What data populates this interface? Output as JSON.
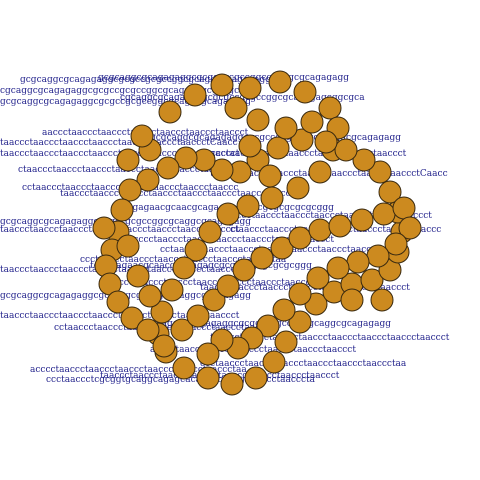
{
  "colors": {
    "sequence_text": "#23238c",
    "bead_fill": "#cc8a1f",
    "bead_stroke": "#3a2a10",
    "background": "#ffffff"
  },
  "sequence_lines": [
    "gcgcaggcgcagagaggcgcgccgcgccggcgcaggcgcagagagg",
    "cgcaggcgcagagaggcgcgccgcgccggcgcagagagcggcgca",
    "gcgcaggcgcagagaggcgcgccgcgccggcgcaggcgcagagagg",
    "aaccctaaccctaaccctaaccctaaccctaaccctaaccct",
    "taaccctaaccctaaccctaaccctaaccctaaccctaaccctCaacc",
    "taaccctaaccctaaccctaaccctaaccctaaccctaaccctaaccct",
    "ctaaccctaaccctaaccctaaccctaaccctaaccctaaccc",
    "cctaaccctaaccctaaccctaaccctaaccctaaccctaaccc",
    "tgaggagaacgcaacgcagagagcgcgcgcgcgcgcgcggg",
    "taaccctaaccctaaccctaaccctaaccctaaccctaaccct",
    "gcgcaggcgcagagaggcgcgccgcgccggcgcaggcgcagagagg",
    "taaccctaaccctaaccctaaccctaaccctaaccctaaccctaaccct",
    "acccctaaccctaaccctaaccctaaccctaaccctaaccct",
    "ccctaaccctaaccctaaccctaaccctaaccctaaccctaa",
    "taaccctaaccctaaccctaaccctaaccctaaccctaaccctaaccct",
    "aaccctaaccctaaccctaaccctaaccctaaccctaaccct",
    "gcgcaggcgcagagaggcgcgccgcgccggcgcaggcgcagagagg",
    "taaccctaaccctaaccctaaccctaaccctaaccctaaccctaaccct",
    "cctaaccctaaccctaaccctaaccctaaccctaaccctaaccc",
    "acccctaaccctaaccctaaccctaaccctaaccctaaccctaa",
    "ccctaaccctcgcggtgcaggcagagcacagcgcagagcgcgcctaacccta"
  ]
}
